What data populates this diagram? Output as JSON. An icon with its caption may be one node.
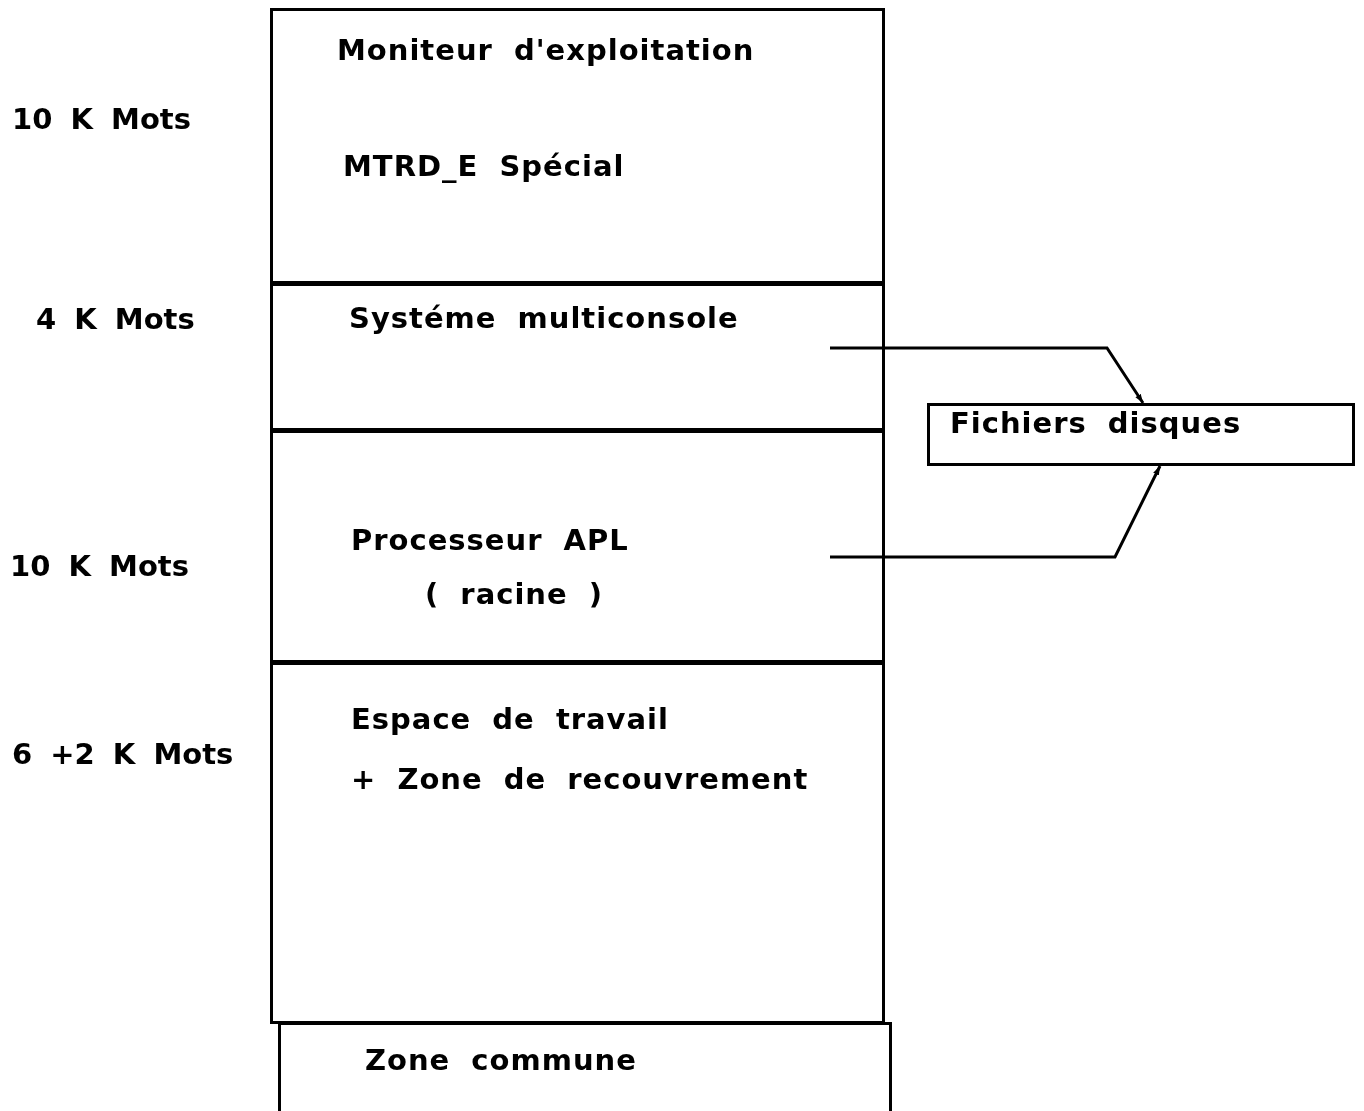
{
  "diagram": {
    "nodes": [
      {
        "text": [
          "Moniteur d'exploitation",
          "MTRD_E Spécial"
        ],
        "beside": [
          "10 K Mots"
        ]
      },
      {
        "text": [
          "Systéme multiconsole"
        ],
        "beside": [
          "4 K Mots"
        ]
      },
      {
        "text": [
          "Processeur APL",
          "( racine )"
        ],
        "beside": [
          "10 K Mots"
        ]
      },
      {
        "text": [
          "Espace de travail",
          "+ Zone de recouvrement"
        ],
        "beside": [
          "6 +2 K Mots"
        ]
      },
      {
        "text": [
          "Zone commune"
        ]
      },
      {
        "text": [
          "Fichiers disques"
        ]
      }
    ],
    "edges": [
      {
        "from": 1,
        "to": 5,
        "arrow": "to"
      },
      {
        "from": 2,
        "to": 5,
        "arrow": "to"
      }
    ]
  }
}
